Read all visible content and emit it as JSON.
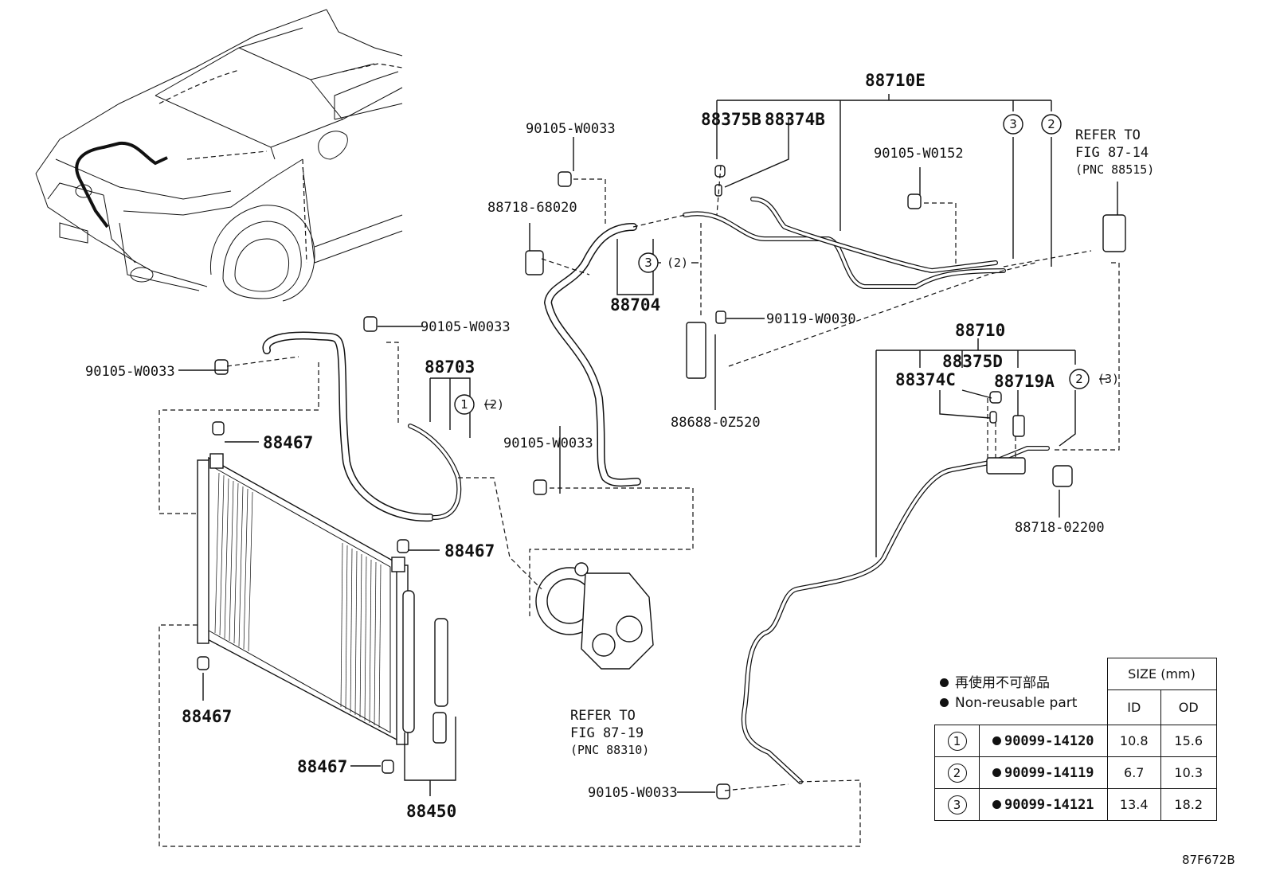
{
  "figure_code": "87F672B",
  "legend": {
    "japanese": "再使用不可部品",
    "english": "Non-reusable part"
  },
  "size_table": {
    "header": "SIZE (mm)",
    "col_id": "ID",
    "col_od": "OD",
    "rows": [
      {
        "ref": "1",
        "part": "90099-14120",
        "id": "10.8",
        "od": "15.6"
      },
      {
        "ref": "2",
        "part": "90099-14119",
        "id": "6.7",
        "od": "10.3"
      },
      {
        "ref": "3",
        "part": "90099-14121",
        "id": "13.4",
        "od": "18.2"
      }
    ]
  },
  "labels": {
    "p88710E": "88710E",
    "p88375B": "88375B",
    "p88374B": "88374B",
    "p90105_W0152": "90105-W0152",
    "refer_top_1": "REFER TO",
    "refer_top_2": "FIG 87-14",
    "refer_top_3": "(PNC 88515)",
    "p90105_W0033_a": "90105-W0033",
    "p88718_68020": "88718-68020",
    "p88704": "88704",
    "callout_3_2": "(2)",
    "p90105_W0033_b": "90105-W0033",
    "p90105_W0033_c": "90105-W0033",
    "p90119_W0030": "90119-W0030",
    "p88703": "88703",
    "callout_1_2": "(2)",
    "p88688_0Z520": "88688-0Z520",
    "p88710": "88710",
    "p88375D": "88375D",
    "p88374C": "88374C",
    "p88719A": "88719A",
    "callout_2_3": "(3)",
    "p88718_02200": "88718-02200",
    "p88467_a": "88467",
    "p90105_W0033_d": "90105-W0033",
    "p88467_b": "88467",
    "p88467_c": "88467",
    "p88467_d": "88467",
    "p88450": "88450",
    "refer_mid_1": "REFER TO",
    "refer_mid_2": "FIG 87-19",
    "refer_mid_3": "(PNC 88310)",
    "p90105_W0033_e": "90105-W0033",
    "circ1": "1",
    "circ2a": "2",
    "circ2b": "2",
    "circ3a": "3",
    "circ3b": "3"
  }
}
